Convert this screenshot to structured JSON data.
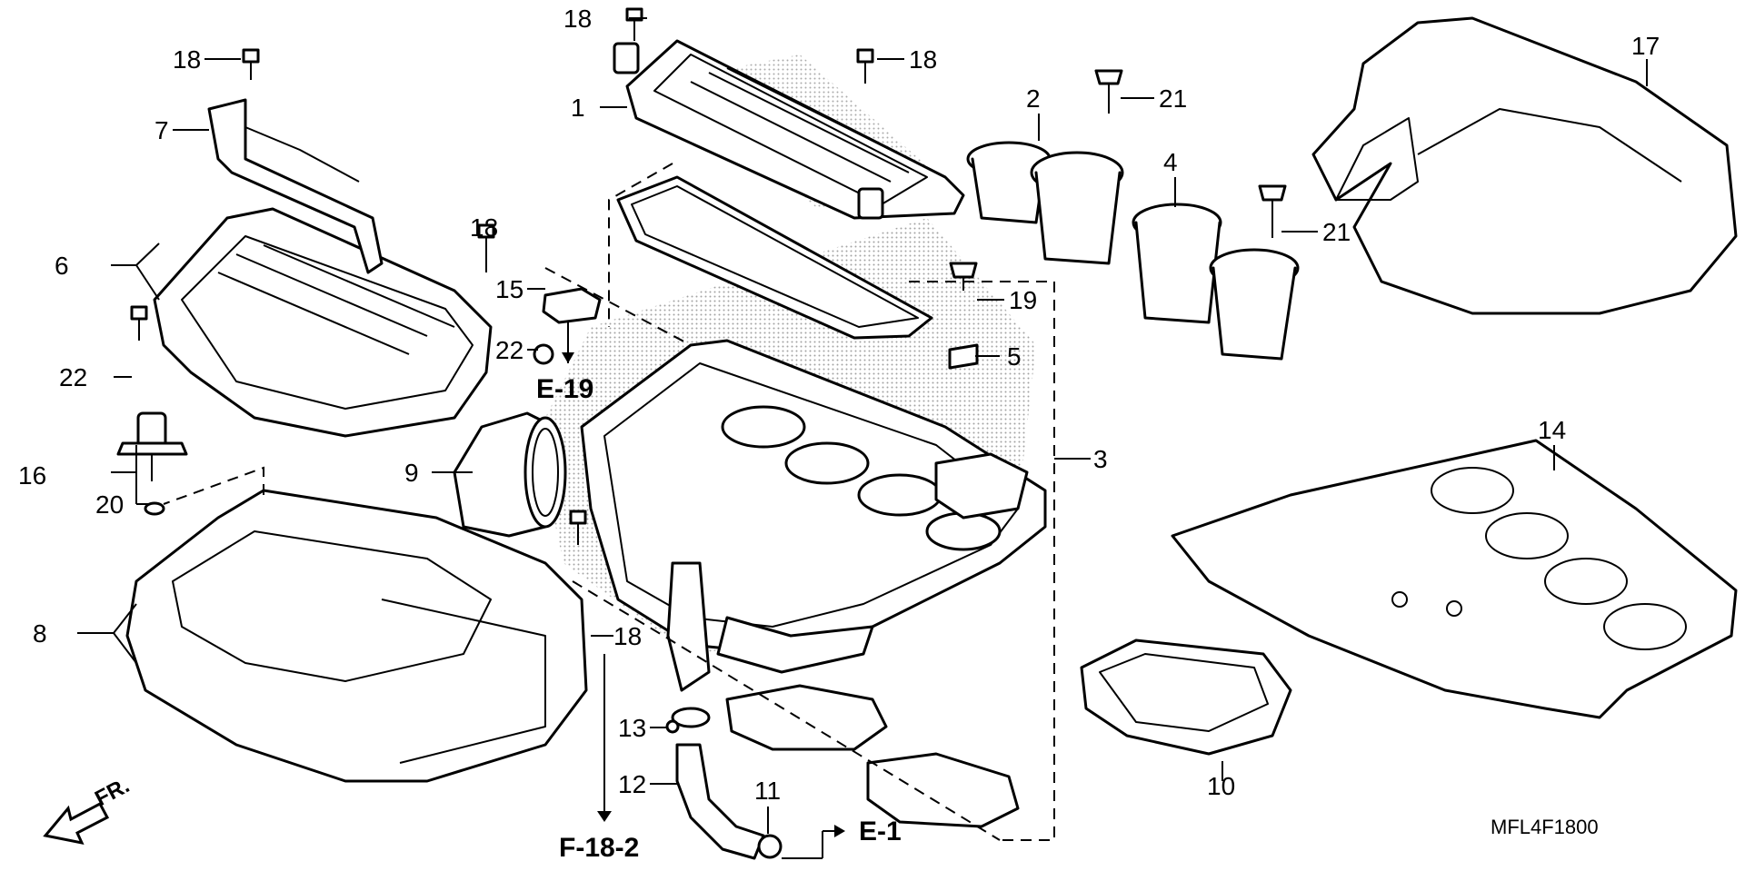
{
  "diagram": {
    "callouts": [
      "1",
      "2",
      "3",
      "4",
      "5",
      "6",
      "7",
      "8",
      "9",
      "10",
      "11",
      "12",
      "13",
      "14",
      "15",
      "16",
      "17",
      "18",
      "19",
      "20",
      "21",
      "22"
    ],
    "references": {
      "e19": "E-19",
      "f182": "F-18-2",
      "e1": "E-1",
      "front": "FR."
    },
    "code": "MFL4F1800"
  }
}
